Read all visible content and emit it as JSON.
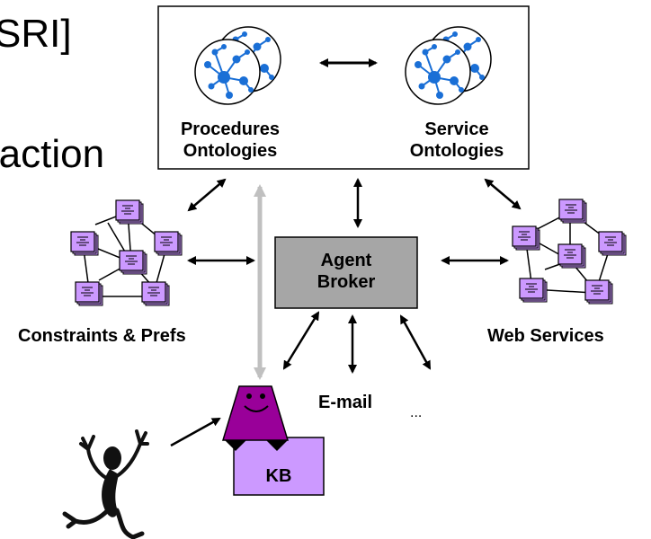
{
  "background_text": {
    "line1": "SRI]",
    "line2": "raction"
  },
  "ontologies": {
    "procedures_label_line1": "Procedures",
    "procedures_label_line2": "Ontologies",
    "service_label_line1": "Service",
    "service_label_line2": "Ontologies"
  },
  "broker": {
    "label_line1": "Agent",
    "label_line2": "Broker"
  },
  "constraints_label": "Constraints & Prefs",
  "web_services_label": "Web Services",
  "email_label": "E-mail",
  "ellipsis": "...",
  "kb_label": "KB",
  "colors": {
    "broker_fill": "#a6a6a6",
    "kb_fill": "#cc99ff",
    "agent_head": "#990099",
    "gray_arrow": "#c0c0c0",
    "node_blue": "#1a6fd6",
    "doc_fill": "#cc99ff"
  },
  "icons": [
    "ontology-network-icon",
    "web-document-icon",
    "agent-icon",
    "dancing-user-icon"
  ]
}
